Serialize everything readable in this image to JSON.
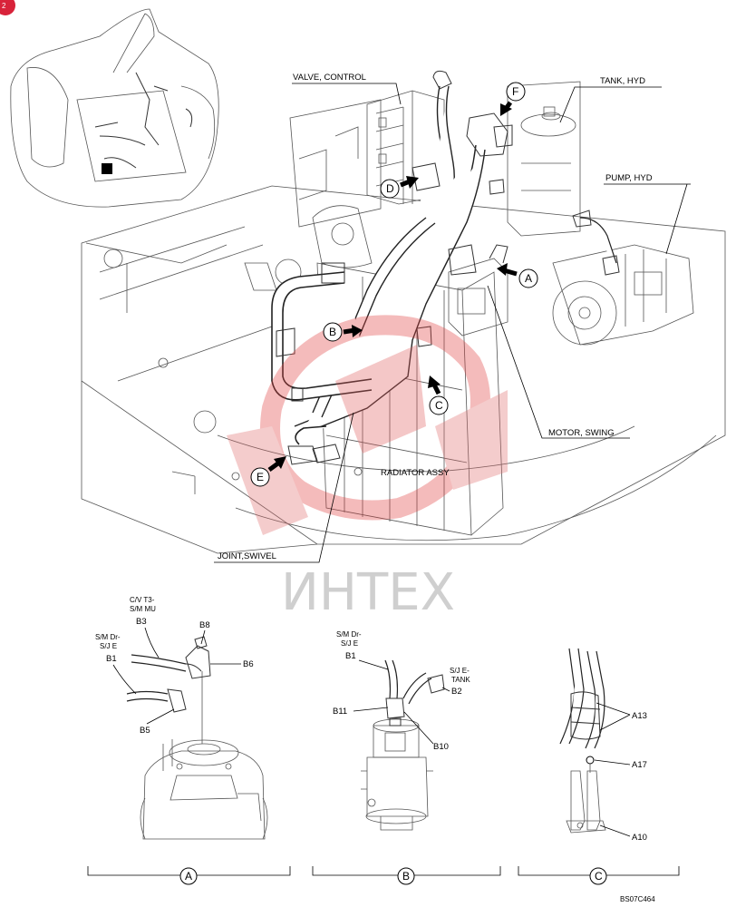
{
  "page_badge": "2",
  "labels": {
    "valve_control": "VALVE, CONTROL",
    "tank_hyd": "TANK, HYD",
    "pump_hyd": "PUMP, HYD",
    "motor_swing": "MOTOR, SWING",
    "radiator_assy": "RADIATOR ASSY",
    "joint_swivel": "JOINT,SWIVEL"
  },
  "callouts": [
    "A",
    "B",
    "C",
    "D",
    "E",
    "F"
  ],
  "watermark": "ИНТЕХ",
  "detail_a": {
    "title": "A",
    "cv_line1": "C/V T3-",
    "cv_line2": "S/M MU",
    "b3": "B3",
    "b8": "B8",
    "b6": "B6",
    "sm_line1": "S/M Dr-",
    "sm_line2": "S/J E",
    "b1": "B1",
    "b5": "B5"
  },
  "detail_b": {
    "title": "B",
    "sm_line1": "S/M Dr-",
    "sm_line2": "S/J E",
    "b1": "B1",
    "sj_line1": "S/J E-",
    "sj_line2": "TANK",
    "b2": "B2",
    "b11": "B11",
    "b10": "B10"
  },
  "detail_c": {
    "title": "C",
    "a13": "A13",
    "a17": "A17",
    "a10": "A10"
  },
  "doc_code": "BS07C464"
}
